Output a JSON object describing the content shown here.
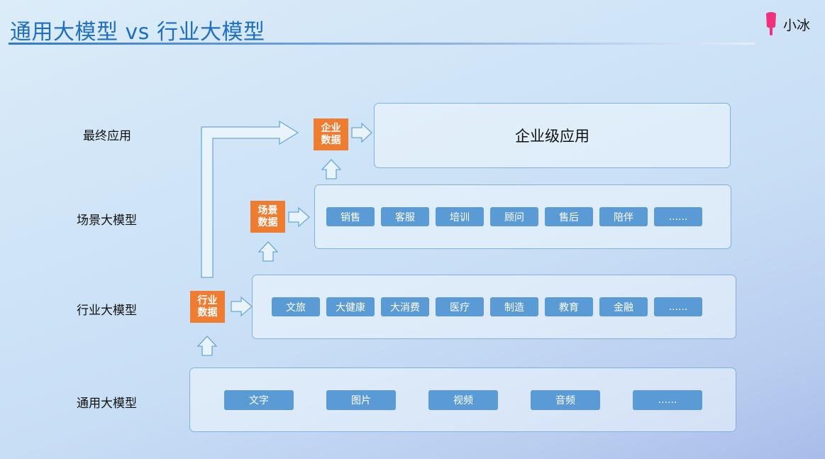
{
  "title": "通用大模型 vs 行业大模型",
  "logo": {
    "text": "小冰",
    "icon": "popsicle-icon",
    "icon_color": "#f0307a"
  },
  "row_labels": {
    "final": "最终应用",
    "scenario": "场景大模型",
    "industry": "行业大模型",
    "general": "通用大模型"
  },
  "data_boxes": {
    "enterprise": [
      "企业",
      "数据"
    ],
    "scenario": [
      "场景",
      "数据"
    ],
    "industry": [
      "行业",
      "数据"
    ]
  },
  "enterprise_app": "企业级应用",
  "scenario_chips": [
    "销售",
    "客服",
    "培训",
    "顾问",
    "售后",
    "陪伴",
    "......"
  ],
  "industry_chips": [
    "文旅",
    "大健康",
    "大消费",
    "医疗",
    "制造",
    "教育",
    "金融",
    "......"
  ],
  "general_chips": [
    "文字",
    "图片",
    "视频",
    "音频",
    "......"
  ],
  "colors": {
    "accent": "#1e6fc4",
    "chip": "#5b9bd5",
    "data_box": "#ef7d31",
    "panel_border": "#7fb3dc"
  }
}
